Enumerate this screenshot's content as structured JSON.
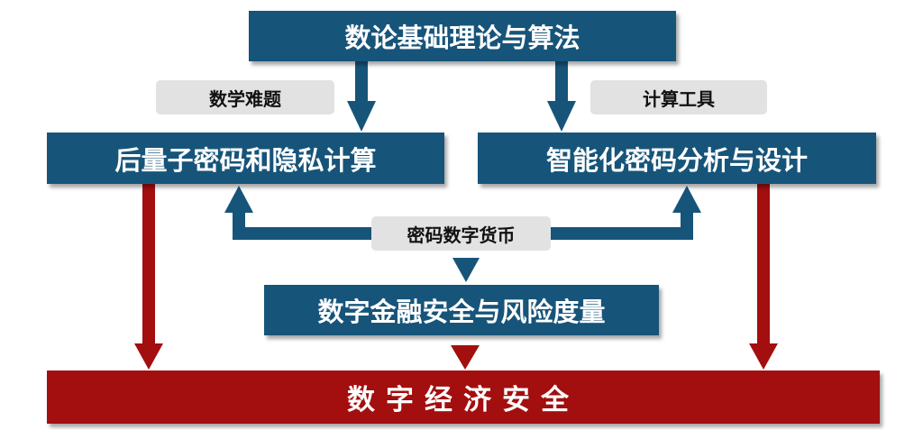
{
  "diagram": {
    "top_box": "数论基础理论与算法",
    "left_box": "后量子密码和隐私计算",
    "right_box": "智能化密码分析与设计",
    "middle_box": "数字金融安全与风险度量",
    "bottom_box": "数字经济安全",
    "label_left": "数学难题",
    "label_right": "计算工具",
    "label_center": "密码数字货币"
  },
  "colors": {
    "blue": "#17547a",
    "red": "#a30e0e",
    "label_gray": "#e2e2e2"
  }
}
